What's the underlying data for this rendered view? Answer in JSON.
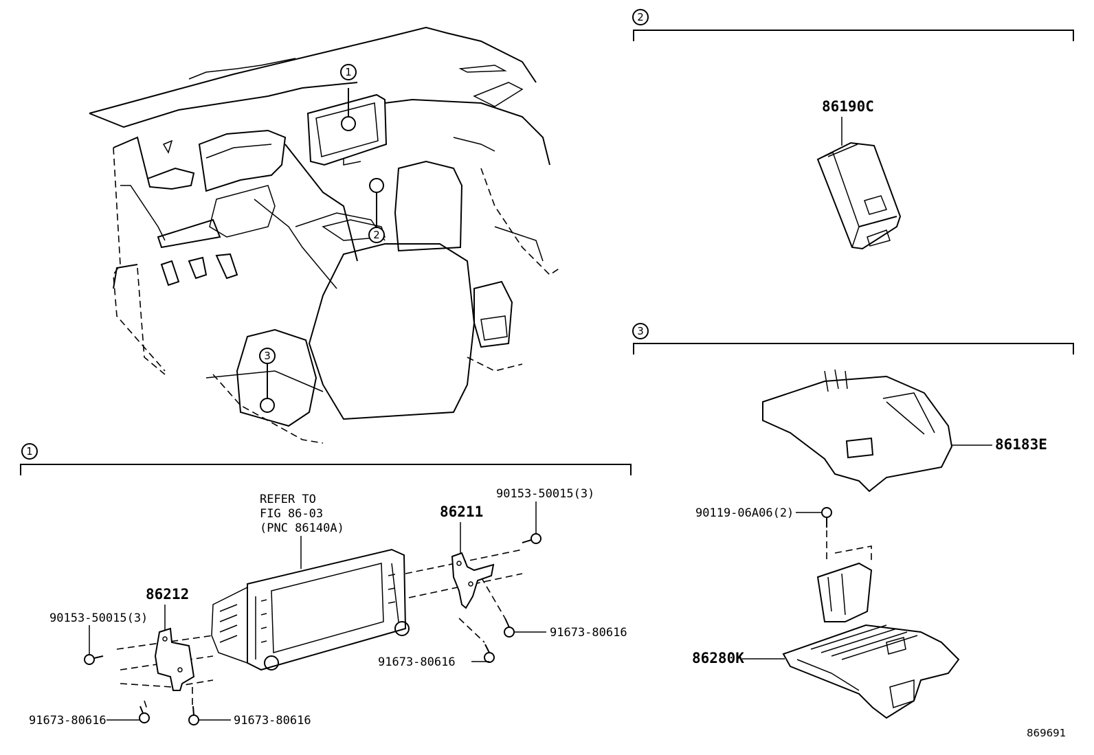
{
  "callouts": {
    "view1": "1",
    "view2": "2",
    "view3": "3"
  },
  "sections": {
    "s1": {
      "marker": "1"
    },
    "s2": {
      "marker": "2"
    },
    "s3": {
      "marker": "3"
    }
  },
  "parts": {
    "p86190C": "86190C",
    "p86183E": "86183E",
    "p90119": "90119-06A06(2)",
    "p86280K": "86280K",
    "refer_line1": "REFER TO",
    "refer_line2": "FIG 86-03",
    "refer_line3": "(PNC 86140A)",
    "p86211": "86211",
    "p90153_right": "90153-50015(3)",
    "p86212": "86212",
    "p90153_left": "90153-50015(3)",
    "p91673_a": "91673-80616",
    "p91673_b": "91673-80616",
    "p91673_c": "91673-80616",
    "p91673_d": "91673-80616"
  },
  "diagram_id": "869691"
}
